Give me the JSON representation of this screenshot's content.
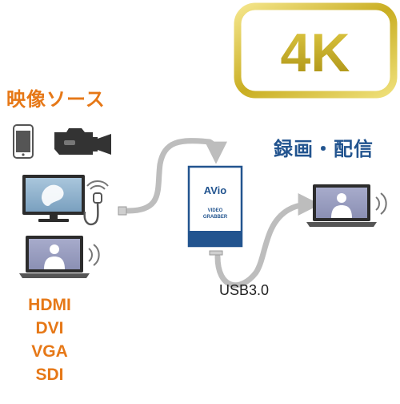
{
  "badge": {
    "label": "4K",
    "border_color": "#d8c435",
    "text_color": "#bfa61a"
  },
  "sources": {
    "title": "映像ソース",
    "formats": [
      "HDMI",
      "DVI",
      "VGA",
      "SDI"
    ],
    "color": "#e67817"
  },
  "device": {
    "brand": "AVio",
    "line1": "VIDEO",
    "line2": "GRABBER",
    "color": "#22548f"
  },
  "connection": {
    "label": "USB3.0"
  },
  "destination": {
    "title": "録画・配信",
    "color": "#22548f"
  },
  "icons": [
    "smartphone-icon",
    "video-camera-icon",
    "ultrasound-monitor-icon",
    "probe-icon",
    "laptop-source-icon",
    "wireless-icon",
    "laptop-destination-icon"
  ]
}
